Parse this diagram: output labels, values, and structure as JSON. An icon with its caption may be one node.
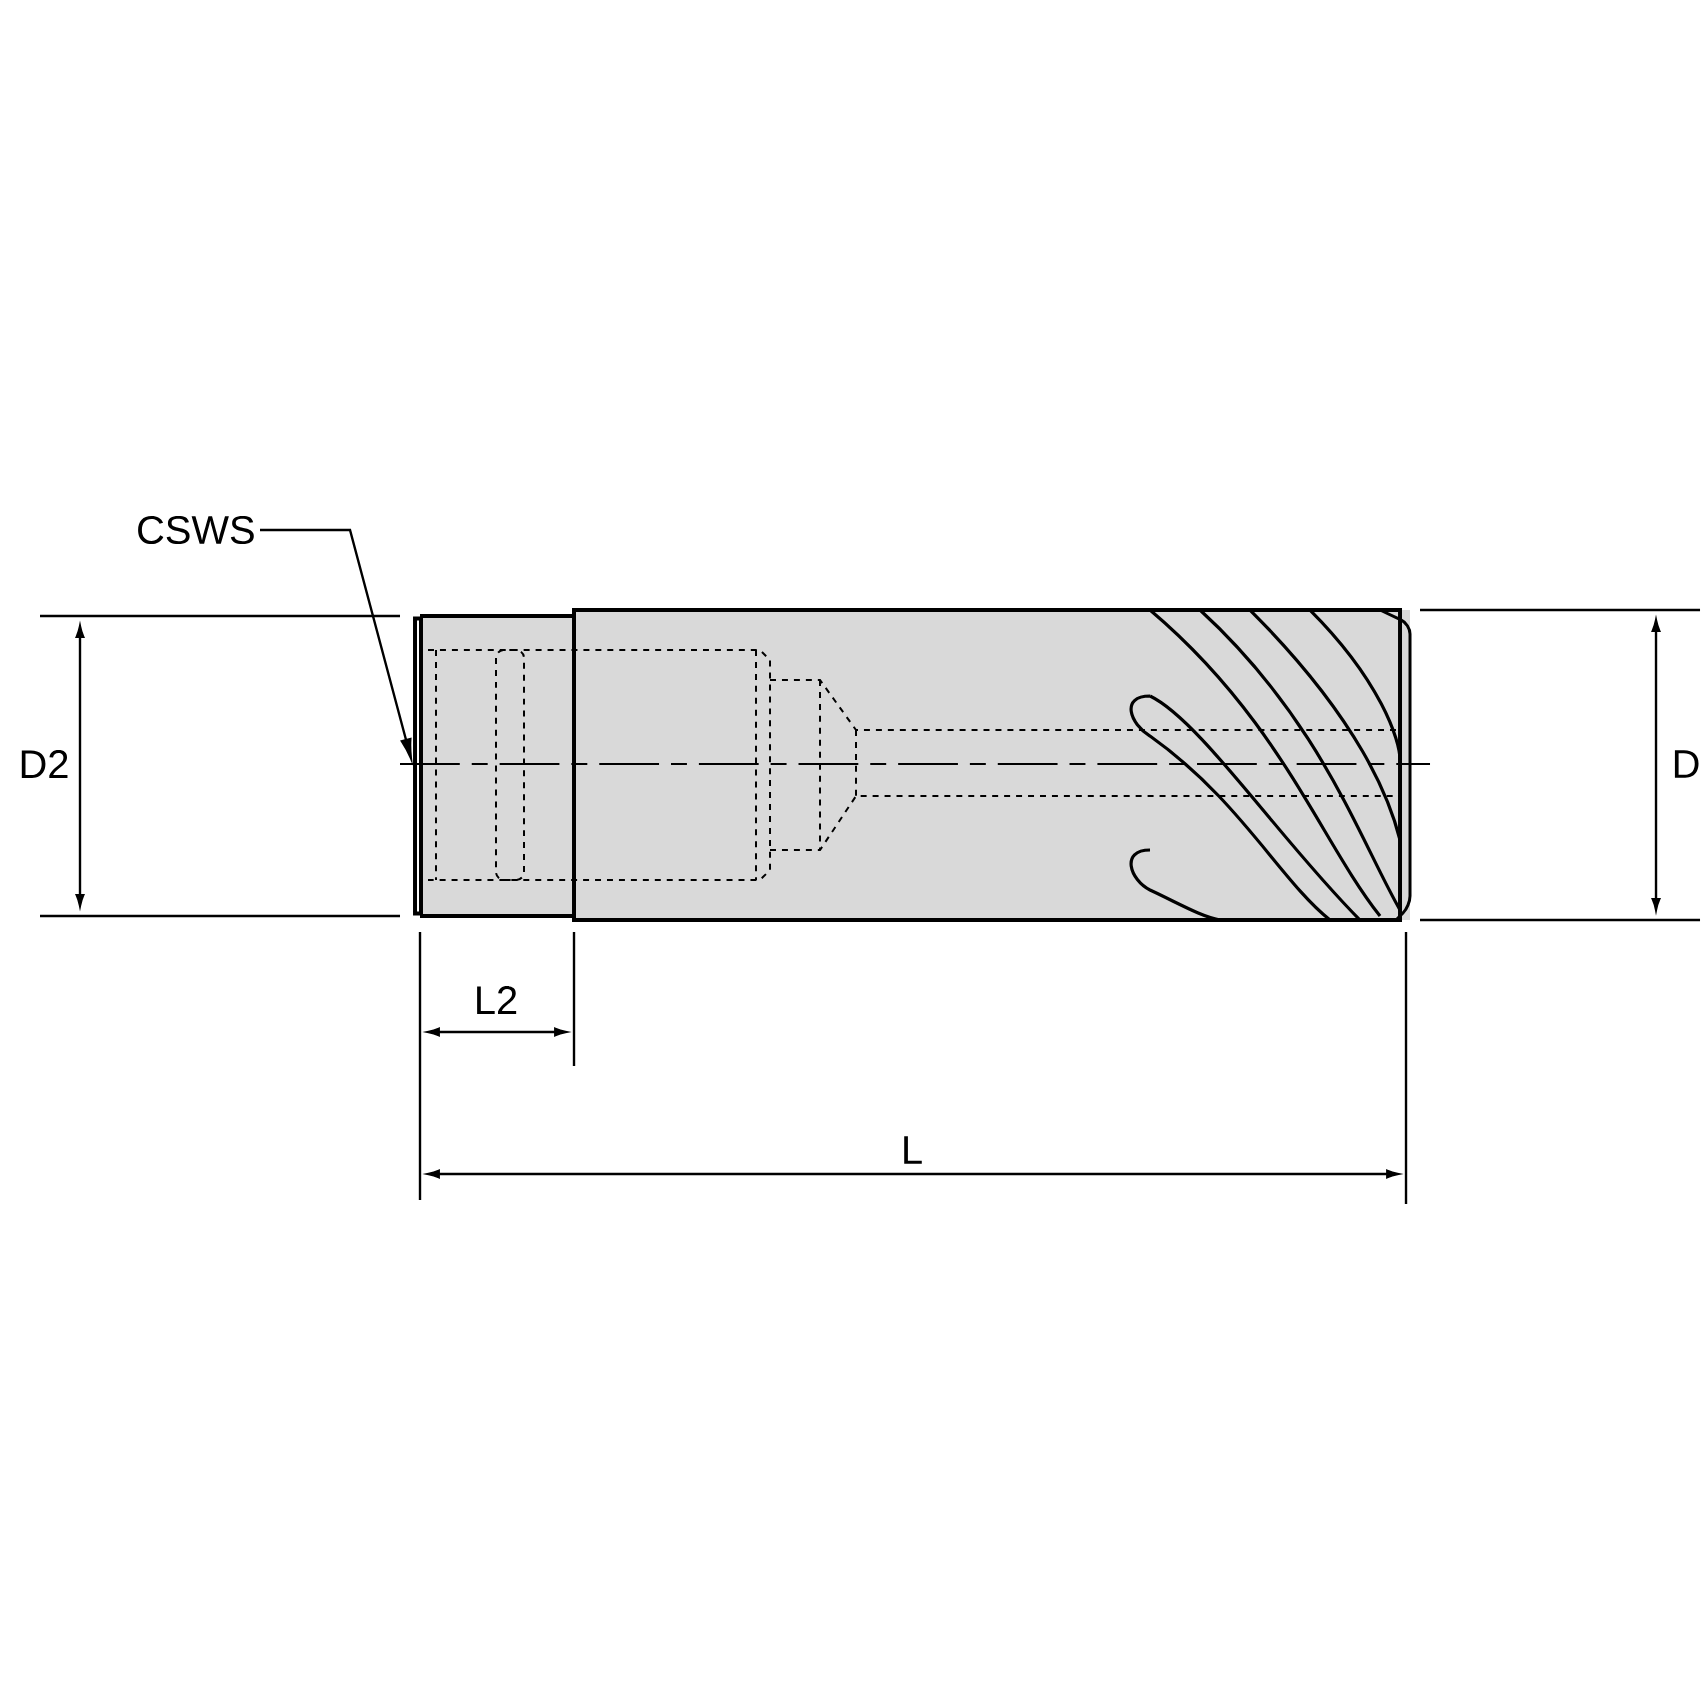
{
  "diagram": {
    "nodes": [
      {
        "text": [
          "CSWS"
        ]
      },
      {
        "text": [],
        "shape": "box"
      }
    ],
    "edges": [
      {
        "from": 0,
        "to": 1,
        "arrow": "to"
      }
    ],
    "labels": [
      "D2",
      "D",
      "L2",
      "L"
    ]
  }
}
